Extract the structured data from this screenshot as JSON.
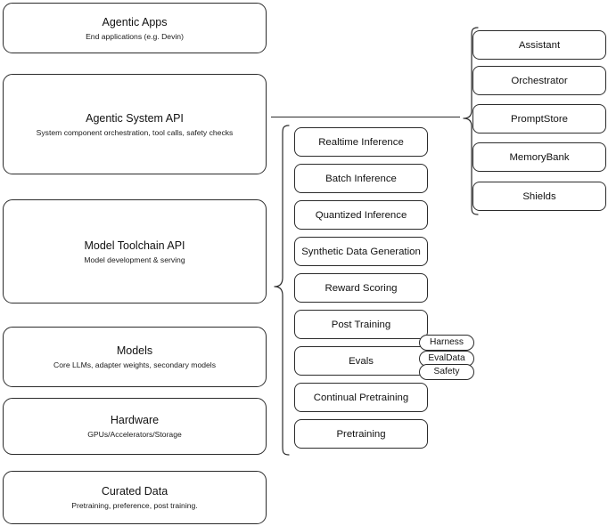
{
  "diagram": {
    "title": "AI stack layers and capabilities",
    "stroke_color": "#2b2b2b",
    "background_color": "#ffffff"
  },
  "layers": [
    {
      "name": "agentic-apps",
      "title": "Agentic Apps",
      "subtitle": "End applications (e.g. Devin)"
    },
    {
      "name": "agentic-system-api",
      "title": "Agentic System API",
      "subtitle": "System component orchestration, tool calls, safety checks"
    },
    {
      "name": "model-toolchain-api",
      "title": "Model Toolchain API",
      "subtitle": "Model development & serving"
    },
    {
      "name": "models",
      "title": "Models",
      "subtitle": "Core LLMs, adapter weights, secondary models"
    },
    {
      "name": "hardware",
      "title": "Hardware",
      "subtitle": "GPUs/Accelerators/Storage"
    },
    {
      "name": "curated-data",
      "title": "Curated Data",
      "subtitle": "Pretraining, preference, post training."
    }
  ],
  "toolchain_capabilities": [
    {
      "name": "realtime-inference",
      "label": "Realtime Inference"
    },
    {
      "name": "batch-inference",
      "label": "Batch Inference"
    },
    {
      "name": "quantized-inference",
      "label": "Quantized Inference"
    },
    {
      "name": "synthetic-data-generation",
      "label": "Synthetic Data Generation"
    },
    {
      "name": "reward-scoring",
      "label": "Reward Scoring"
    },
    {
      "name": "post-training",
      "label": "Post Training"
    },
    {
      "name": "evals",
      "label": "Evals"
    },
    {
      "name": "continual-pretraining",
      "label": "Continual Pretraining"
    },
    {
      "name": "pretraining",
      "label": "Pretraining"
    }
  ],
  "evals_badges": [
    {
      "name": "harness",
      "label": "Harness"
    },
    {
      "name": "evaldata",
      "label": "EvalData"
    },
    {
      "name": "safety",
      "label": "Safety"
    }
  ],
  "system_components": [
    {
      "name": "assistant",
      "label": "Assistant"
    },
    {
      "name": "orchestrator",
      "label": "Orchestrator"
    },
    {
      "name": "promptstore",
      "label": "PromptStore"
    },
    {
      "name": "memorybank",
      "label": "MemoryBank"
    },
    {
      "name": "shields",
      "label": "Shields"
    }
  ]
}
